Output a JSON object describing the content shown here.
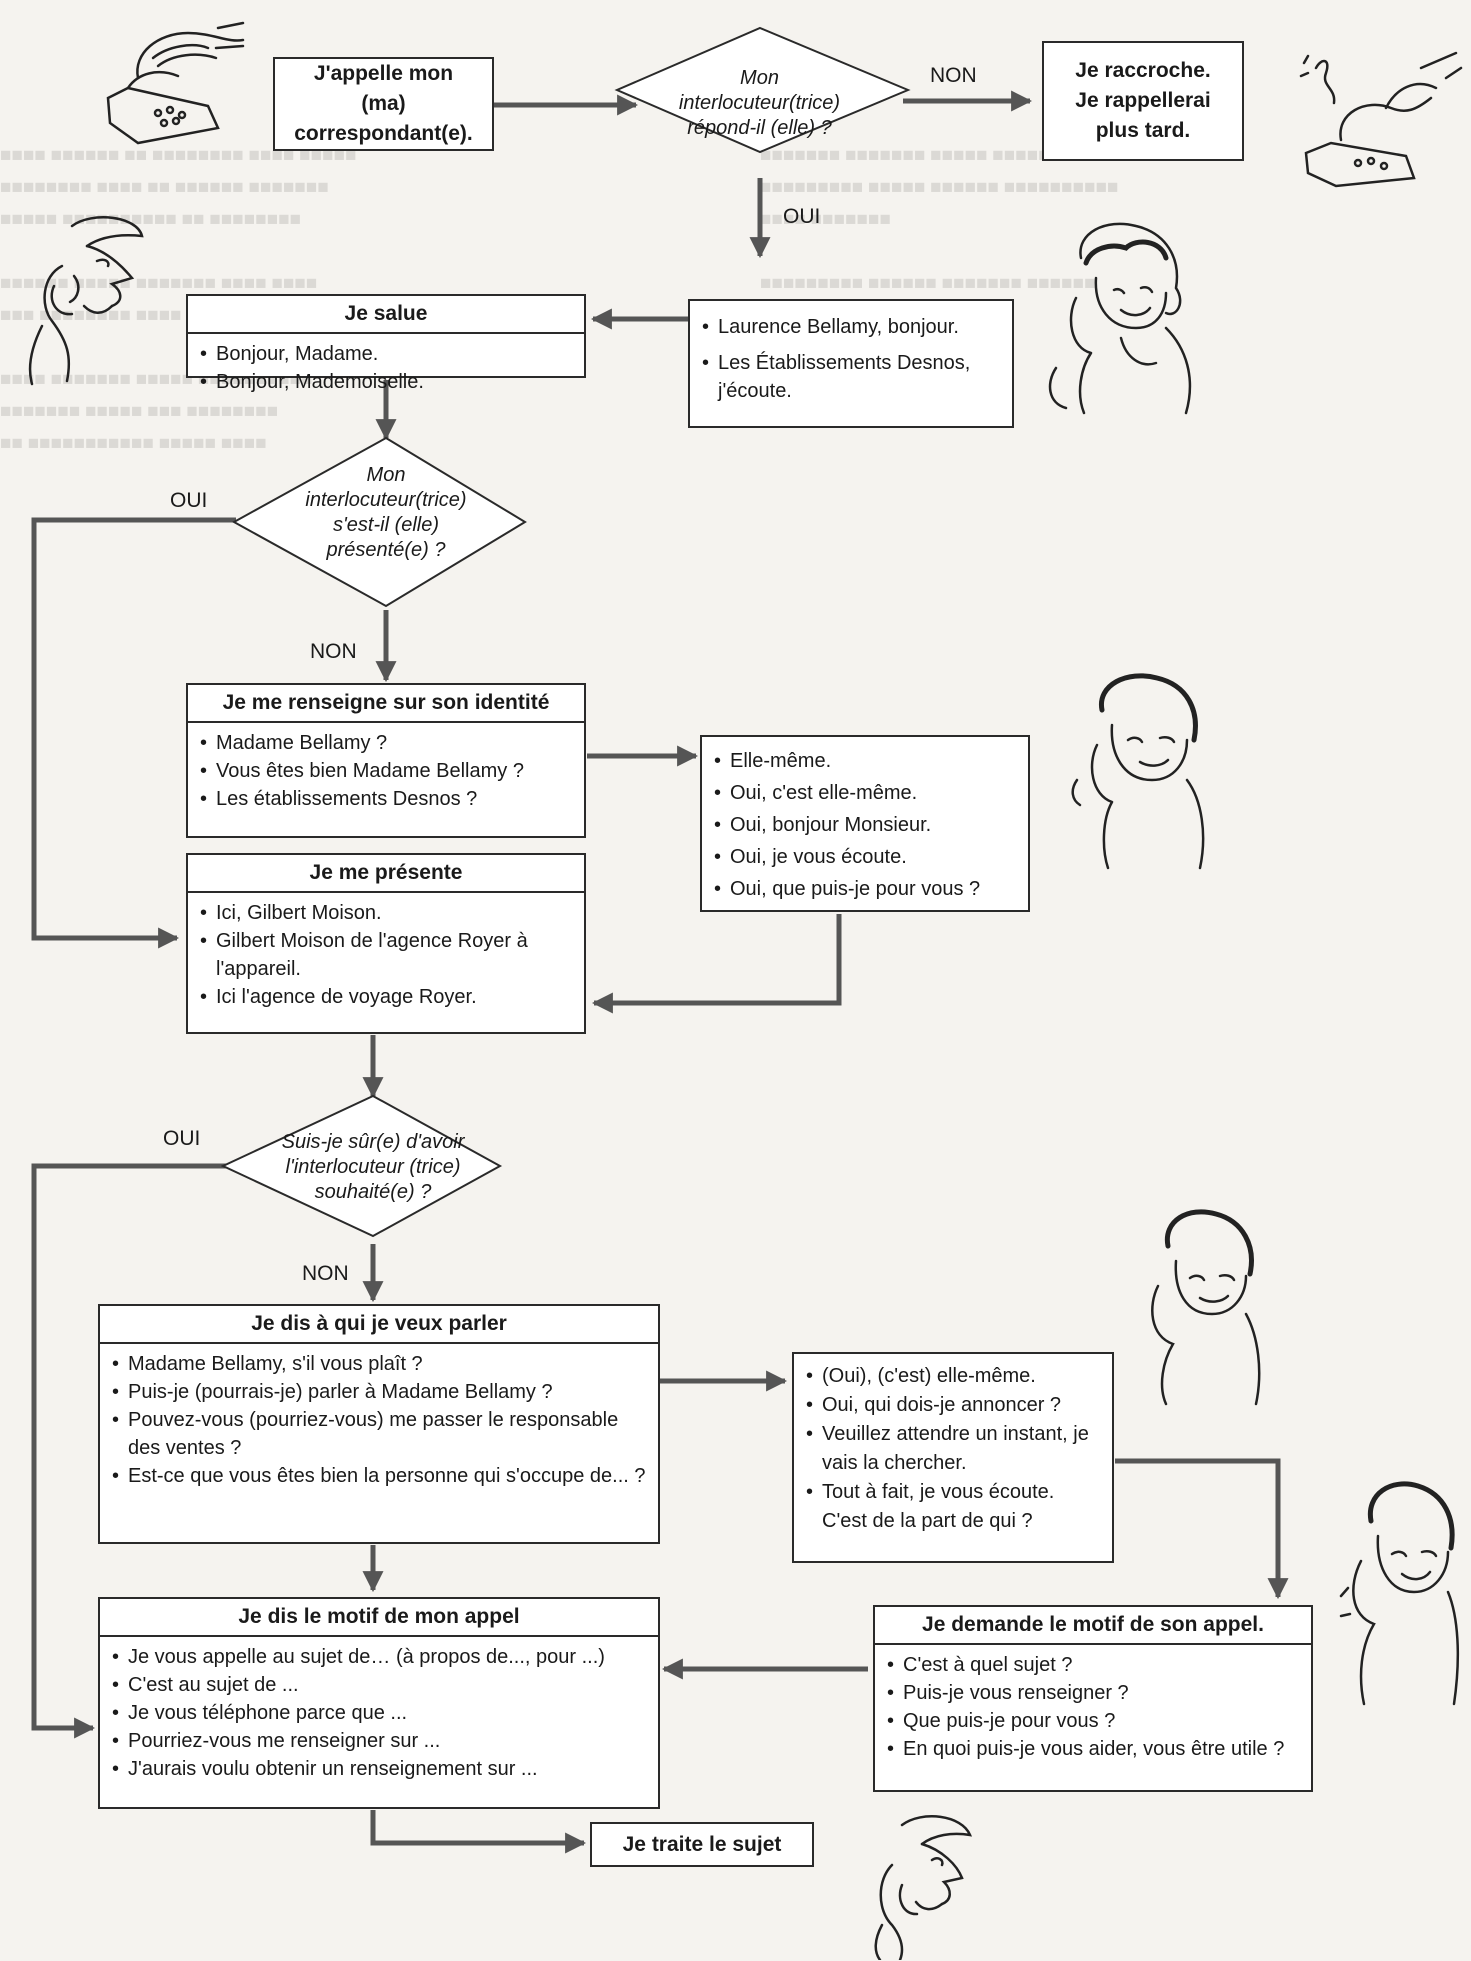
{
  "start_box": "J'appelle mon (ma) correspondant(e).",
  "d1": "Mon interlocuteur(trice) répond-il (elle) ?",
  "no_answer_box": "Je raccroche. Je rappellerai plus tard.",
  "labels": {
    "non": "NON",
    "oui": "OUI"
  },
  "salue": {
    "title": "Je salue",
    "items": [
      "Bonjour, Madame.",
      "Bonjour, Mademoiselle."
    ]
  },
  "answer1": {
    "items": [
      "Laurence Bellamy, bonjour.",
      "Les Établissements Desnos, j'écoute."
    ]
  },
  "d2": "Mon interlocuteur(trice) s'est-il (elle) présenté(e) ?",
  "renseigne": {
    "title": "Je me renseigne sur son identité",
    "items": [
      "Madame Bellamy ?",
      "Vous êtes bien Madame Bellamy ?",
      "Les établissements Desnos ?"
    ]
  },
  "answer2": {
    "items": [
      "Elle-même.",
      "Oui, c'est elle-même.",
      "Oui, bonjour Monsieur.",
      "Oui, je vous écoute.",
      "Oui, que puis-je pour vous ?"
    ]
  },
  "presente": {
    "title": "Je me présente",
    "items": [
      "Ici, Gilbert Moison.",
      "Gilbert Moison de l'agence Royer à l'appareil.",
      "Ici l'agence de voyage Royer."
    ]
  },
  "d3": "Suis-je sûr(e) d'avoir l'interlocuteur (trice) souhaité(e) ?",
  "veux": {
    "title": "Je dis à qui je veux parler",
    "items": [
      "Madame Bellamy, s'il vous plaît ?",
      "Puis-je (pourrais-je) parler à Madame Bellamy ?",
      "Pouvez-vous (pourriez-vous) me passer le responsable des ventes ?",
      "Est-ce que vous êtes bien la personne qui s'occupe de... ?"
    ]
  },
  "answer3": {
    "items": [
      "(Oui), (c'est) elle-même.",
      "Oui, qui dois-je annoncer ?",
      "Veuillez attendre un instant, je vais la chercher.",
      "Tout à fait, je vous écoute. C'est de la part de qui ?"
    ]
  },
  "motif": {
    "title": "Je dis le motif de mon appel",
    "items": [
      "Je vous appelle au sujet de… (à propos de..., pour ...)",
      "C'est au sujet de ...",
      "Je vous téléphone parce que ...",
      "Pourriez-vous me renseigner sur ...",
      "J'aurais voulu obtenir un renseignement sur ..."
    ]
  },
  "demande": {
    "title": "Je demande le motif de son appel.",
    "items": [
      "C'est à quel sujet ?",
      "Puis-je vous renseigner ?",
      "Que puis-je pour vous ?",
      "En quoi puis-je vous aider, vous être utile ?"
    ]
  },
  "end_box": "Je traite le sujet"
}
